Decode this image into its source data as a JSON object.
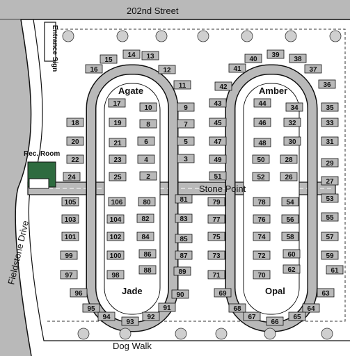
{
  "streets": {
    "north": "202nd Street",
    "west": "Fieldstone Drive",
    "center": "Stone Point"
  },
  "labels": {
    "entrance_sign": "Entrance Sign",
    "rec_room": "Rec. Room",
    "dog_walk": "Dog Walk"
  },
  "loops": {
    "agate": "Agate",
    "amber": "Amber",
    "jade": "Jade",
    "opal": "Opal"
  },
  "lots": {
    "agate": [
      "10",
      "11",
      "12",
      "13",
      "14",
      "15",
      "16",
      "17",
      "18",
      "19",
      "2",
      "20",
      "21",
      "22",
      "23",
      "24",
      "25",
      "3",
      "4",
      "5",
      "6",
      "7",
      "8",
      "9"
    ],
    "amber": [
      "26",
      "27",
      "28",
      "29",
      "30",
      "31",
      "32",
      "33",
      "34",
      "35",
      "36",
      "37",
      "38",
      "39",
      "40",
      "41",
      "42",
      "43",
      "44",
      "45",
      "46",
      "47",
      "48",
      "49",
      "50",
      "51",
      "52",
      "53"
    ],
    "opal": [
      "54",
      "55",
      "56",
      "57",
      "58",
      "59",
      "60",
      "61",
      "62",
      "63",
      "64",
      "65",
      "66",
      "67",
      "68",
      "69",
      "70",
      "71",
      "72",
      "73",
      "74",
      "75",
      "76",
      "77",
      "78",
      "79"
    ],
    "jade": [
      "100",
      "101",
      "102",
      "103",
      "104",
      "105",
      "106",
      "80",
      "81",
      "82",
      "83",
      "84",
      "85",
      "86",
      "87",
      "88",
      "89",
      "90",
      "91",
      "92",
      "93",
      "94",
      "95",
      "96",
      "97",
      "98",
      "99"
    ]
  },
  "colors": {
    "road_fill": "#b9b9b9",
    "road_edge": "#111111",
    "building": "#2e6b3f",
    "tree": "#cfcfcf"
  }
}
